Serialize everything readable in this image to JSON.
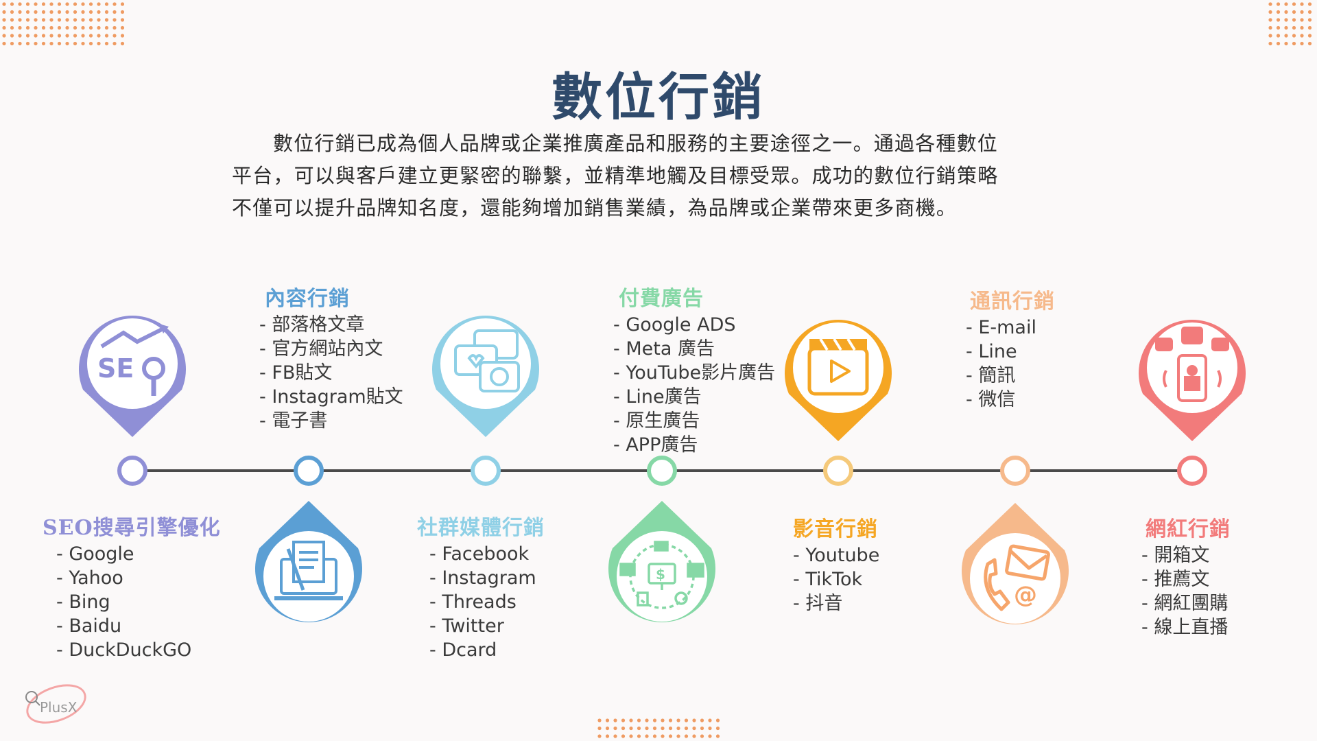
{
  "title": "數位行銷",
  "intro": {
    "line1": "數位行銷已成為個人品牌或企業推廣產品和服務的主要途徑之一。通過各種數位",
    "line2": "平台，可以與客戶建立更緊密的聯繫，並精準地觸及目標受眾。成功的數位行銷策略",
    "line3": "不僅可以提升品牌知名度，還能夠增加銷售業績，為品牌或企業帶來更多商機。"
  },
  "colors": {
    "seo": "#8f8fd6",
    "content": "#5b9fd4",
    "social": "#8fd0e6",
    "paid": "#86d8a6",
    "video": "#f5a623",
    "email": "#f5ae7a",
    "messaging": "#f6b98b",
    "influencer": "#f27b7b",
    "timeline": "#4a4a4a",
    "dots": "#ef9b62"
  },
  "categories": [
    {
      "key": "seo",
      "title": "SEO搜尋引擎優化",
      "icon": "seo-magnifier-icon",
      "items": [
        "- Google",
        "- Yahoo",
        "- Bing",
        "- Baidu",
        "- DuckDuckGO"
      ]
    },
    {
      "key": "content",
      "title": "內容行銷",
      "icon": "document-laptop-icon",
      "items": [
        "- 部落格文章",
        "- 官方網站內文",
        "- FB貼文",
        "- Instagram貼文",
        "- 電子書"
      ]
    },
    {
      "key": "social",
      "title": "社群媒體行銷",
      "icon": "chat-bubbles-icon",
      "items": [
        "- Facebook",
        "- Instagram",
        "- Threads",
        "- Twitter",
        "- Dcard"
      ]
    },
    {
      "key": "paid",
      "title": "付費廣告",
      "icon": "ad-network-icon",
      "items": [
        "- Google  ADS",
        "- Meta 廣告",
        "- YouTube影片廣告",
        "- Line廣告",
        "- 原生廣告",
        "- APP廣告"
      ]
    },
    {
      "key": "video",
      "title": "影音行銷",
      "icon": "video-clapper-icon",
      "items": [
        "- Youtube",
        "- TikTok",
        "- 抖音"
      ]
    },
    {
      "key": "messaging",
      "title": "通訊行銷",
      "icon": "phone-mail-icon",
      "items": [
        "- E-mail",
        "- Line",
        "- 簡訊",
        "- 微信"
      ]
    },
    {
      "key": "influencer",
      "title": "網紅行銷",
      "icon": "influencer-phone-icon",
      "items": [
        "- 開箱文",
        "- 推薦文",
        "- 網紅團購",
        "- 線上直播"
      ]
    }
  ],
  "logo": {
    "text": "PlusX"
  }
}
